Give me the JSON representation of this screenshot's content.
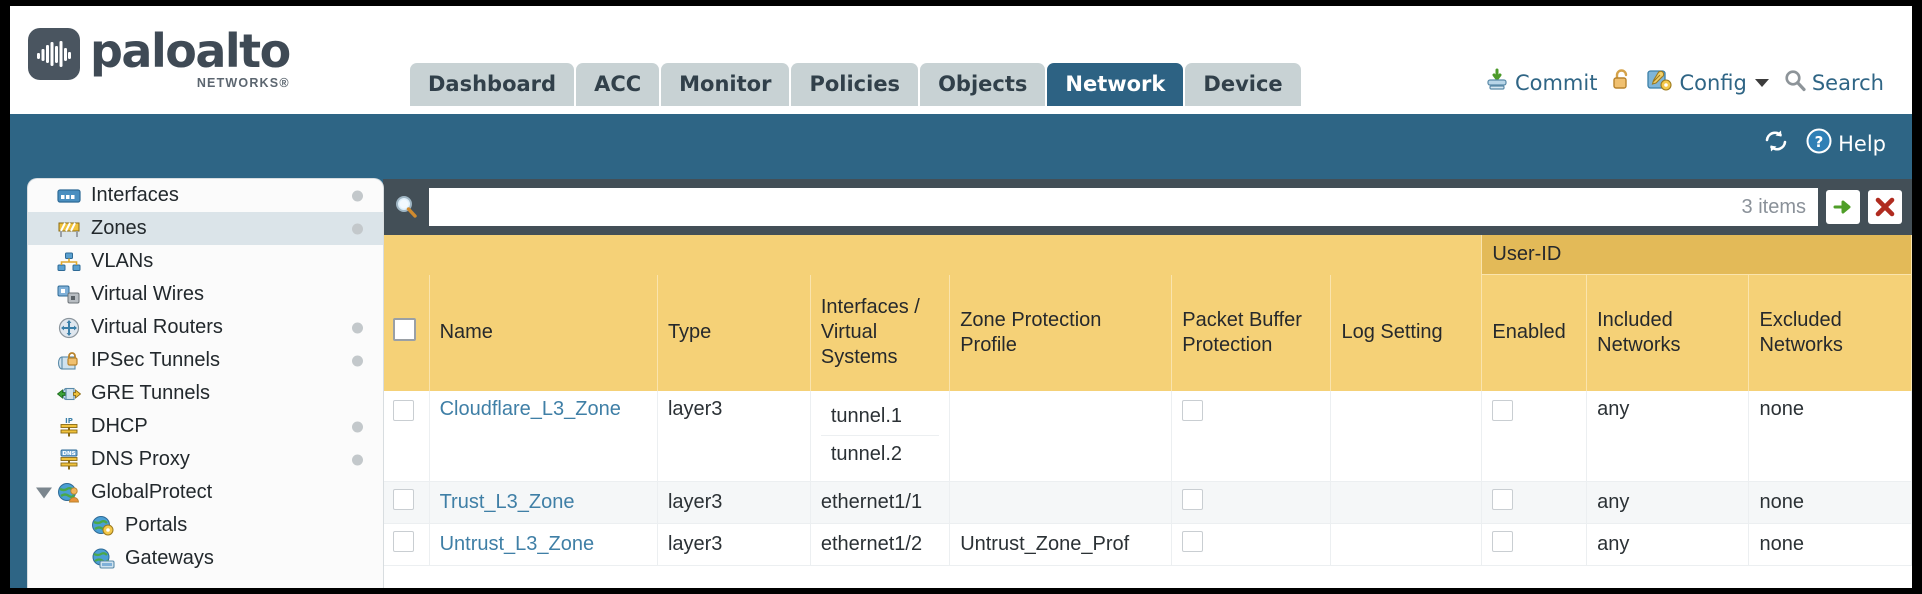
{
  "brand": {
    "name": "paloalto",
    "tagline": "NETWORKS",
    "registered": "®"
  },
  "tabs": [
    {
      "label": "Dashboard",
      "active": false
    },
    {
      "label": "ACC",
      "active": false
    },
    {
      "label": "Monitor",
      "active": false
    },
    {
      "label": "Policies",
      "active": false
    },
    {
      "label": "Objects",
      "active": false
    },
    {
      "label": "Network",
      "active": true
    },
    {
      "label": "Device",
      "active": false
    }
  ],
  "top_actions": {
    "commit": "Commit",
    "lock": "",
    "config": "Config",
    "search": "Search"
  },
  "band": {
    "refresh": "",
    "help": "Help"
  },
  "sidebar": {
    "items": [
      {
        "label": "Interfaces",
        "icon": "interfaces-icon",
        "dot": true,
        "child": false,
        "selected": false,
        "caret": false
      },
      {
        "label": "Zones",
        "icon": "zones-icon",
        "dot": true,
        "child": false,
        "selected": true,
        "caret": false
      },
      {
        "label": "VLANs",
        "icon": "vlans-icon",
        "dot": false,
        "child": false,
        "selected": false,
        "caret": false
      },
      {
        "label": "Virtual Wires",
        "icon": "virtual-wires-icon",
        "dot": false,
        "child": false,
        "selected": false,
        "caret": false
      },
      {
        "label": "Virtual Routers",
        "icon": "virtual-routers-icon",
        "dot": true,
        "child": false,
        "selected": false,
        "caret": false
      },
      {
        "label": "IPSec Tunnels",
        "icon": "ipsec-tunnels-icon",
        "dot": true,
        "child": false,
        "selected": false,
        "caret": false
      },
      {
        "label": "GRE Tunnels",
        "icon": "gre-tunnels-icon",
        "dot": false,
        "child": false,
        "selected": false,
        "caret": false
      },
      {
        "label": "DHCP",
        "icon": "dhcp-icon",
        "dot": true,
        "child": false,
        "selected": false,
        "caret": false
      },
      {
        "label": "DNS Proxy",
        "icon": "dns-proxy-icon",
        "dot": true,
        "child": false,
        "selected": false,
        "caret": false
      },
      {
        "label": "GlobalProtect",
        "icon": "globalprotect-icon",
        "dot": false,
        "child": false,
        "selected": false,
        "caret": true
      },
      {
        "label": "Portals",
        "icon": "portals-icon",
        "dot": false,
        "child": true,
        "selected": false,
        "caret": false
      },
      {
        "label": "Gateways",
        "icon": "gateways-icon",
        "dot": false,
        "child": true,
        "selected": false,
        "caret": false
      }
    ]
  },
  "search": {
    "value": "",
    "placeholder": "",
    "item_count": "3 items"
  },
  "table": {
    "group_header": "User-ID",
    "columns": [
      "Name",
      "Type",
      "Interfaces / Virtual Systems",
      "Zone Protection Profile",
      "Packet Buffer Protection",
      "Log Setting",
      "Enabled",
      "Included Networks",
      "Excluded Networks"
    ],
    "rows": [
      {
        "name": "Cloudflare_L3_Zone",
        "type": "layer3",
        "interfaces": [
          "tunnel.1",
          "tunnel.2"
        ],
        "zone_protection_profile": "",
        "packet_buffer_protection": false,
        "log_setting": "",
        "userid_enabled": false,
        "included_networks": "any",
        "excluded_networks": "none"
      },
      {
        "name": "Trust_L3_Zone",
        "type": "layer3",
        "interfaces": [
          "ethernet1/1"
        ],
        "zone_protection_profile": "",
        "packet_buffer_protection": false,
        "log_setting": "",
        "userid_enabled": false,
        "included_networks": "any",
        "excluded_networks": "none"
      },
      {
        "name": "Untrust_L3_Zone",
        "type": "layer3",
        "interfaces": [
          "ethernet1/2"
        ],
        "zone_protection_profile": "Untrust_Zone_Prof",
        "packet_buffer_protection": false,
        "log_setting": "",
        "userid_enabled": false,
        "included_networks": "any",
        "excluded_networks": "none"
      }
    ]
  },
  "colors": {
    "brand_blue": "#2e6585",
    "tab_inactive": "#c8d2d4",
    "header_gold": "#f5d177",
    "group_gold": "#e3ba58",
    "panel_dark": "#434f57",
    "link_blue": "#3f7fa6"
  }
}
